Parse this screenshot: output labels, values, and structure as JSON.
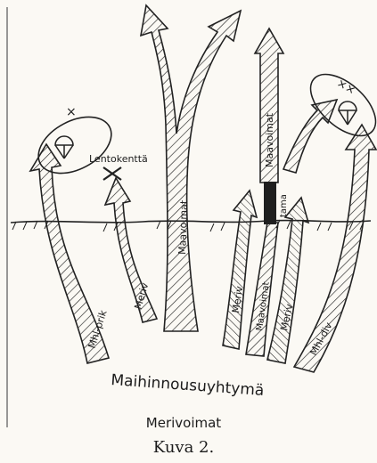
{
  "diagram": {
    "airfield_label": "Lentokenttä",
    "paratroop_marks_left": "×",
    "paratroop_marks_right": "××",
    "arrow_labels": {
      "mhl_prik": "Mhl-prik",
      "meriv_left": "Meriv",
      "maavoimat_main": "Maavoimat",
      "maavoimat_upper": "Maavoimat",
      "tama": "tama",
      "meriv_lower_1": "Meriv",
      "maavoimat_lower": "Maavoimat",
      "meriv_lower_2": "Meriv",
      "mhl_div": "Mhl-div"
    },
    "group_label": "Maihinnousuyhtymä",
    "navy_label": "Merivoimat"
  },
  "caption": "Kuva 2."
}
